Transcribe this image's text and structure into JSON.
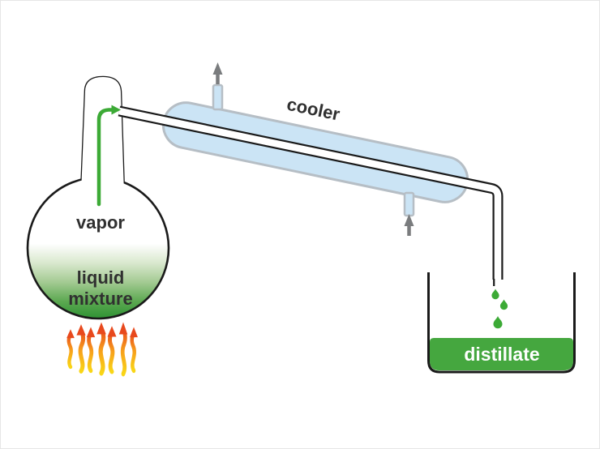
{
  "diagram": {
    "name": "simple distillation apparatus",
    "labels": {
      "vapor": "vapor",
      "liquid_line1": "liquid",
      "liquid_line2": "mixture",
      "cooler": "cooler",
      "distillate": "distillate"
    },
    "colors": {
      "background": "#ffffff",
      "outline": "#1a1a1a",
      "label_text": "#303030",
      "distillate_label_text": "#ffffff",
      "flask_green_deep": "#2e9334",
      "flask_green_strong": "#5ba850",
      "flask_green_mid": "#a3ca92",
      "flask_green_pale": "#d9e8ce",
      "flask_white": "#ffffff",
      "arrow_green": "#3caa36",
      "droplet_green": "#3caa36",
      "distillate_green": "#45a73f",
      "cooler_blue": "#cbe4f5",
      "cooler_border": "#b6bec5",
      "water_arrow_gray": "#7a7c7e",
      "flame_yellow": "#f9d616",
      "flame_orange": "#f7a01b",
      "flame_red": "#e8491d"
    },
    "icons": {
      "vapor_flow_arrow": "green bent arrow rising through flask neck into side tube",
      "water_out_arrow": "gray arrow pointing up out of cooler top-left nozzle",
      "water_in_arrow": "gray arrow pointing up into cooler bottom-right nozzle",
      "flame": "wavy flame arrow heating the flask (x7)",
      "droplet": "green falling liquid drop (x3)"
    }
  }
}
